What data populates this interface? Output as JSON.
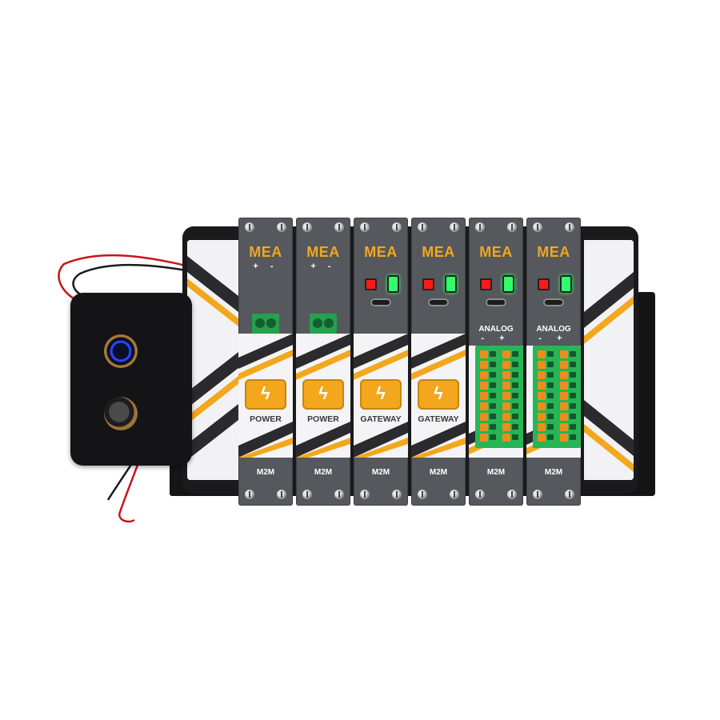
{
  "photo": {
    "background": "#ffffff",
    "subject": "DIN-rail modular I/O system with switch box",
    "accent_orange": "#f2a71c",
    "panel_grey": "#55585c",
    "led_red": "#ff1a1a",
    "led_green": "#31ff6a"
  },
  "modules": [
    {
      "brand": "MEA",
      "polarity": "+ -",
      "label": "POWER",
      "footer": "M2M",
      "kind": "power"
    },
    {
      "brand": "MEA",
      "polarity": "+ -",
      "label": "POWER",
      "footer": "M2M",
      "kind": "power"
    },
    {
      "brand": "MEA",
      "label": "GATEWAY",
      "footer": "M2M",
      "kind": "gateway"
    },
    {
      "brand": "MEA",
      "label": "GATEWAY",
      "footer": "M2M",
      "kind": "gateway"
    },
    {
      "brand": "MEA",
      "label": "ANALOG",
      "polarity": "- +",
      "footer": "M2M",
      "kind": "analog"
    },
    {
      "brand": "MEA",
      "label": "ANALOG",
      "polarity": "- +",
      "footer": "M2M",
      "kind": "analog"
    }
  ],
  "switch_box": {
    "buttons": [
      "illuminated-push-button",
      "push-button"
    ]
  }
}
